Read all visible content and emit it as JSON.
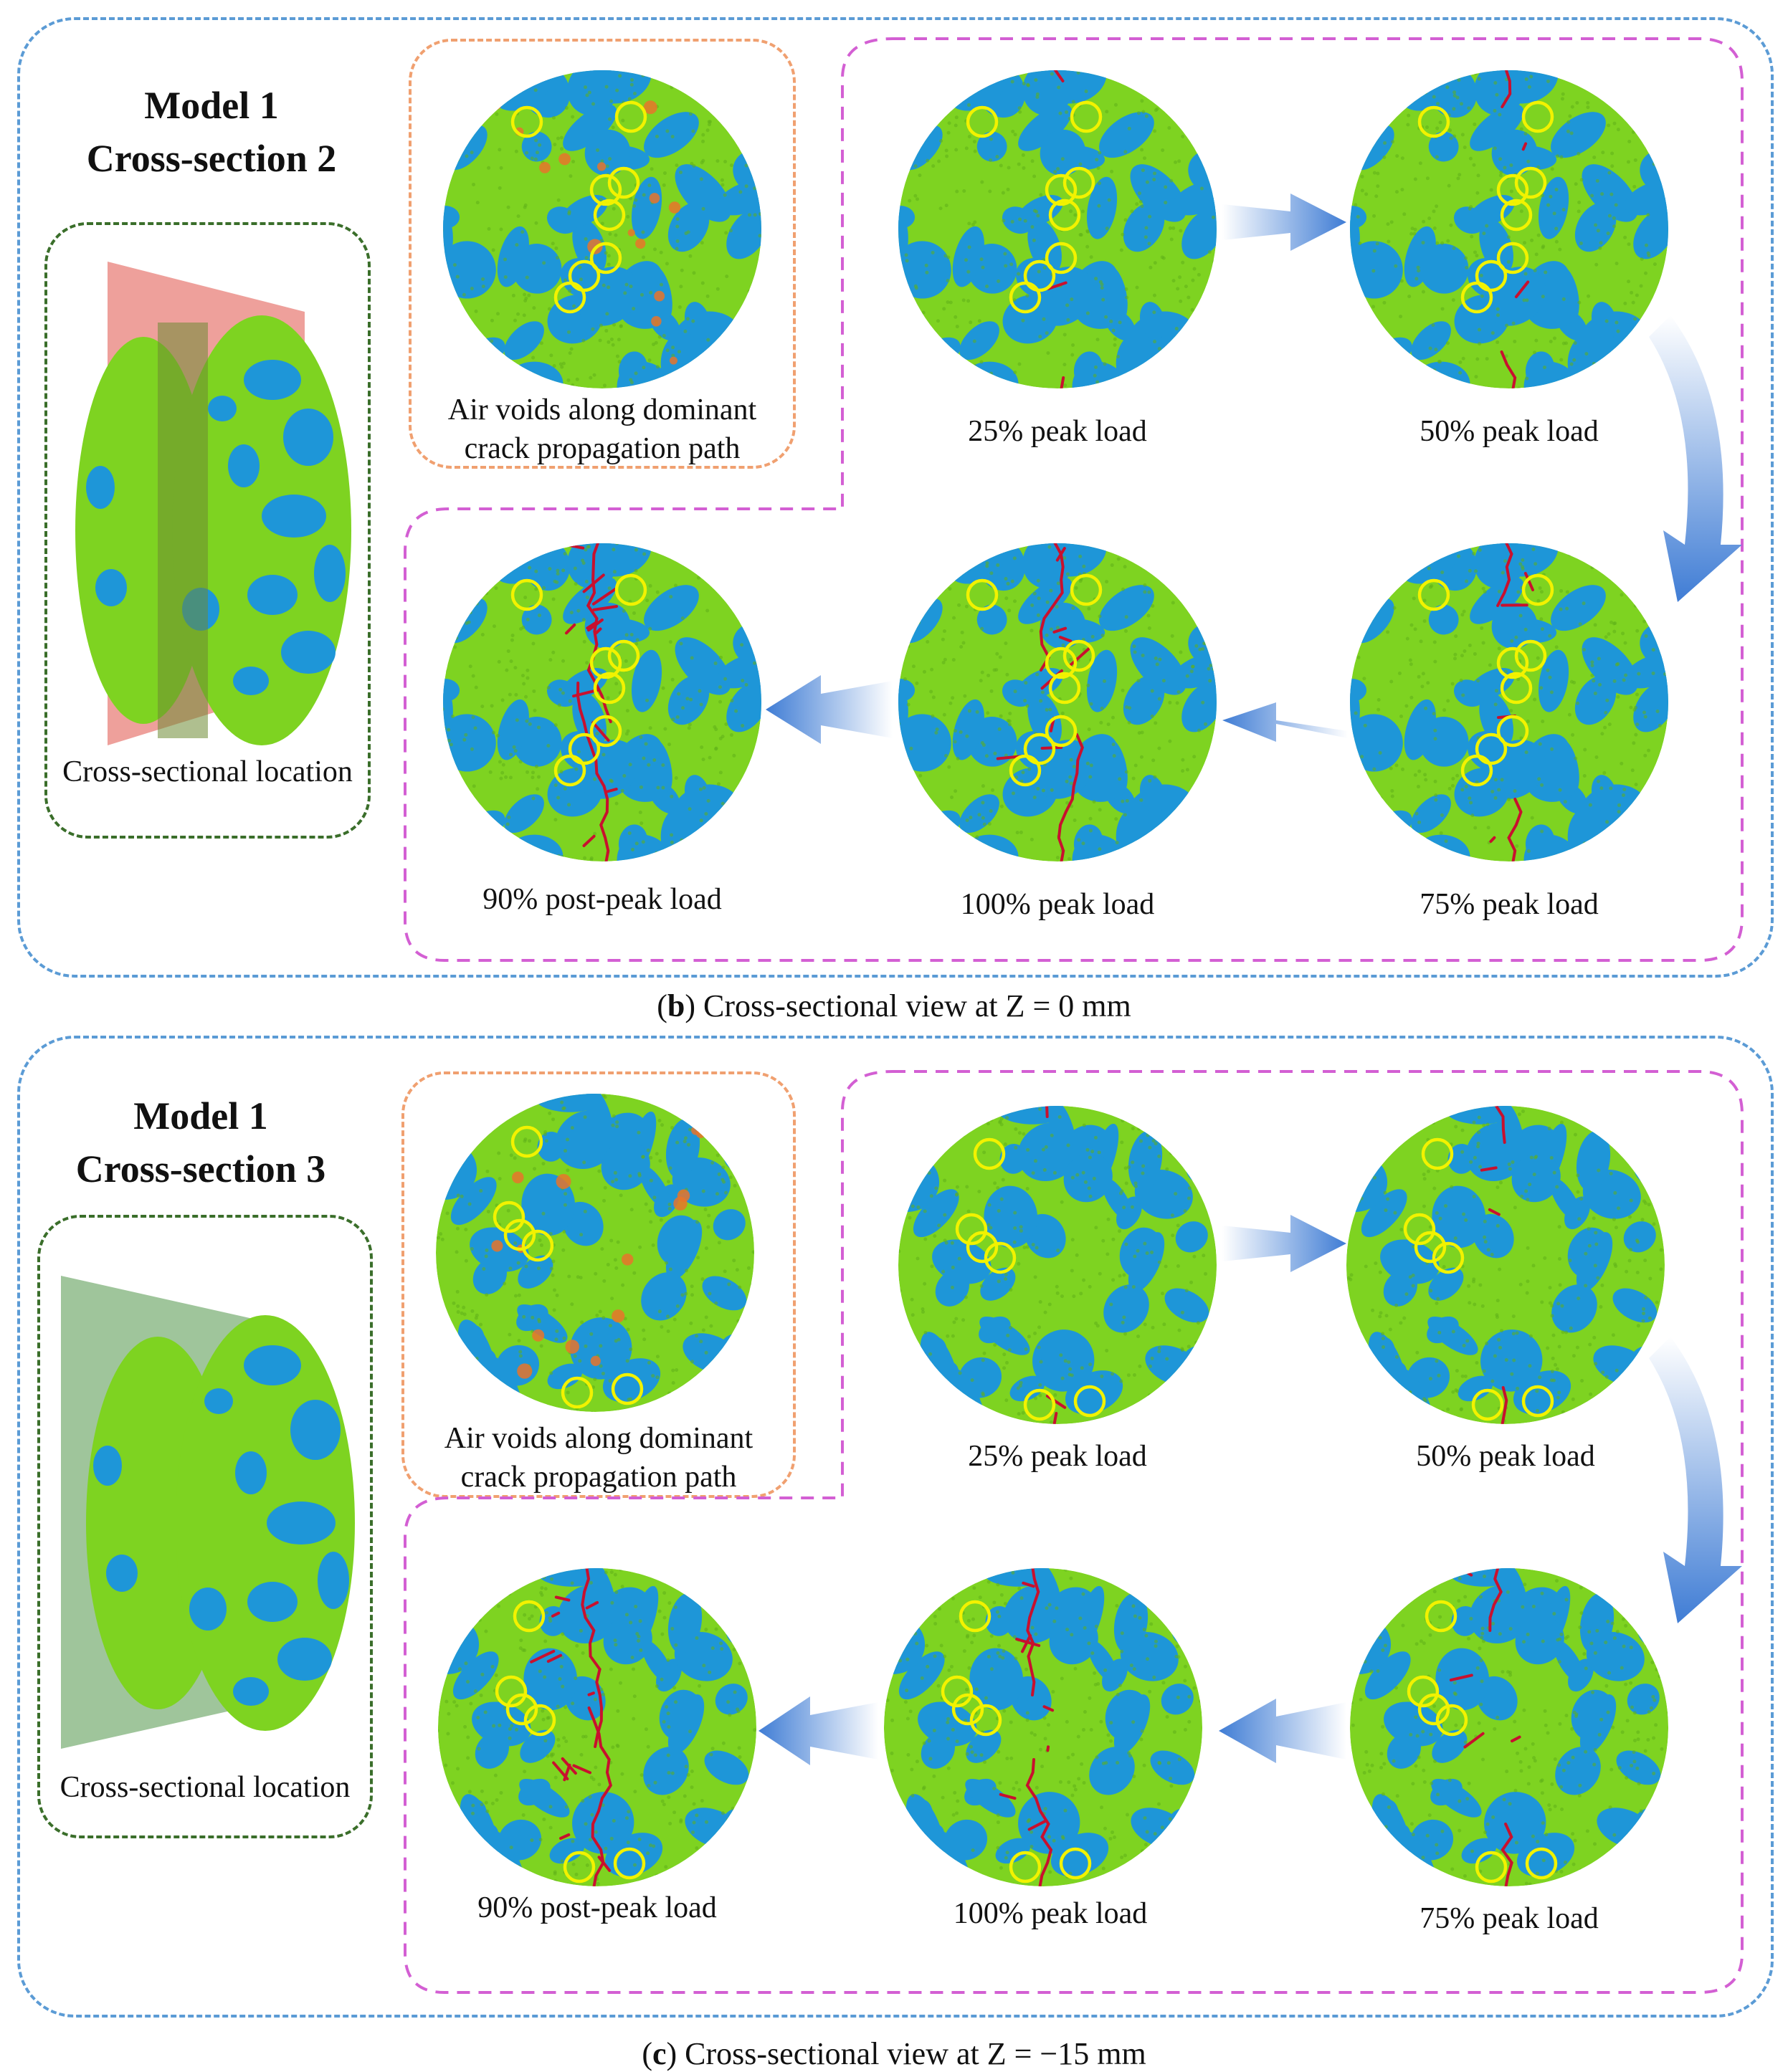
{
  "panels": [
    {
      "title_line1": "Model 1",
      "title_line2": "Cross-section 2",
      "location_label": "Cross-sectional location",
      "void_label_line1": "Air voids along dominant",
      "void_label_line2": "crack propagation path",
      "stages": [
        "25% peak load",
        "50% peak load",
        "75% peak load",
        "100% peak load",
        "90% post-peak load"
      ],
      "caption_letter": "b",
      "caption_text": ") Cross-sectional view at Z = 0 mm",
      "plane_color": "#e8807a"
    },
    {
      "title_line1": "Model 1",
      "title_line2": "Cross-section 3",
      "location_label": "Cross-sectional location",
      "void_label_line1": "Air voids along dominant",
      "void_label_line2": "crack propagation path",
      "stages": [
        "25% peak load",
        "50% peak load",
        "75% peak load",
        "100% peak load",
        "90% post-peak load"
      ],
      "caption_letter": "c",
      "caption_text": ") Cross-sectional view at Z = −15 mm",
      "plane_color": "#7fb27a"
    }
  ],
  "colors": {
    "mastic": "#7ed321",
    "aggregate": "#1e96d8",
    "crack": "#c8102e",
    "void_marker": "#f2f200",
    "air_void": "#e8742a",
    "outer_border": "#5b9bd5",
    "location_border": "#3a6e2a",
    "void_border": "#f0a070",
    "stage_border": "#d35fd3",
    "arrow": "#2a6ed0"
  },
  "icons": {
    "stage_arrow": "blue-gradient-arrow-icon",
    "void_marker": "yellow-circle-marker-icon",
    "specimen": "cylinder-specimen-icon"
  }
}
